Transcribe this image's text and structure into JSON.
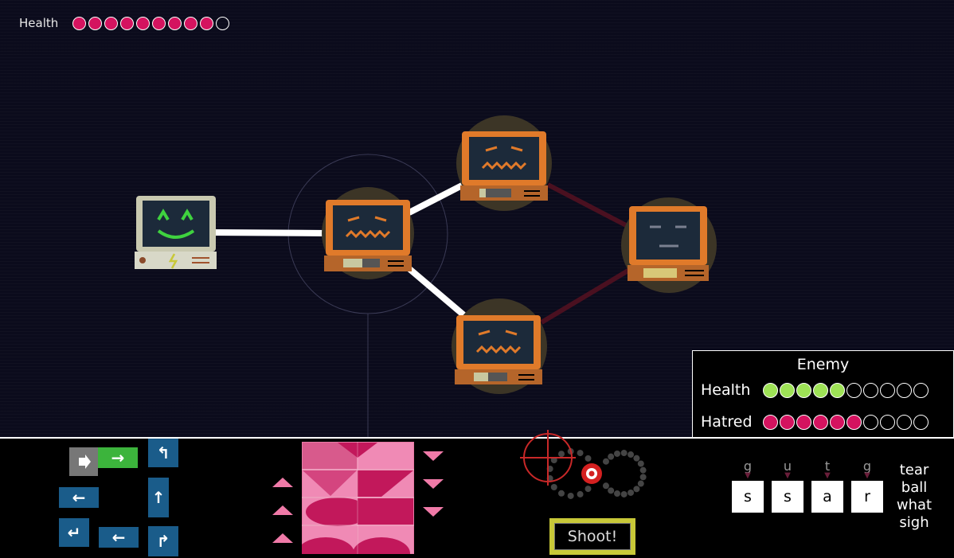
{
  "hud": {
    "health_label": "Health",
    "health_value": 9,
    "health_max": 10
  },
  "enemy_panel": {
    "title": "Enemy",
    "health_label": "Health",
    "health_value": 5,
    "health_max": 10,
    "hatred_label": "Hatred",
    "hatred_value": 6,
    "hatred_max": 10
  },
  "nodes": [
    {
      "id": "player",
      "face": "happy",
      "color": "#c9c9b0",
      "screen": "#1c2a3a",
      "face_color": "#3fd23f"
    },
    {
      "id": "enemy-center",
      "face": "angry",
      "color": "#e07a2a",
      "screen": "#1c2a3a",
      "face_color": "#e07a2a",
      "selected": true
    },
    {
      "id": "enemy-top",
      "face": "angry",
      "color": "#e07a2a",
      "screen": "#1c2a3a",
      "face_color": "#e07a2a"
    },
    {
      "id": "enemy-bottom",
      "face": "angry",
      "color": "#e07a2a",
      "screen": "#1c2a3a",
      "face_color": "#e07a2a"
    },
    {
      "id": "enemy-right",
      "face": "neutral",
      "color": "#e07a2a",
      "screen": "#1c2a3a",
      "face_color": "#7a8090"
    }
  ],
  "controls": {
    "shoot_label": "Shoot!",
    "letter_hints": [
      "g",
      "u",
      "t",
      "g"
    ],
    "letters": [
      "s",
      "s",
      "a",
      "r"
    ],
    "words": [
      "tear",
      "ball",
      "what",
      "sigh"
    ]
  },
  "colors": {
    "pink": "#d4135f",
    "green": "#9ee256",
    "tile_blue": "#1a5c8a",
    "tile_green": "#3cb43c",
    "shoot_border": "#c8c838"
  }
}
